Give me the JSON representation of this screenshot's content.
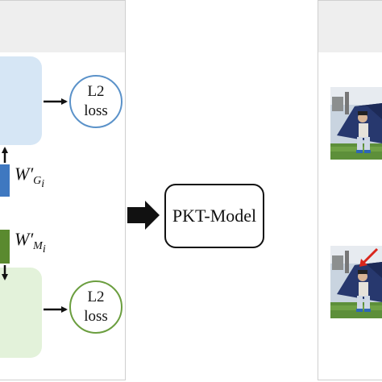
{
  "loss_top": {
    "label": "L2\nloss"
  },
  "loss_bottom": {
    "label": "L2\nloss"
  },
  "weight_g": {
    "base": "W′",
    "sub": "G",
    "sub_index": "i"
  },
  "weight_m": {
    "base": "W′",
    "sub": "M",
    "sub_index": "i"
  },
  "model": {
    "label": "PKT-Model"
  },
  "colors": {
    "blue_block": "#d6e6f5",
    "green_block": "#e3f2da",
    "blue_bar": "#3f78c0",
    "green_bar": "#5a8a2f",
    "blue_circle": "#5b92c9",
    "green_circle": "#6b9e3f",
    "annotation_arrow": "#d9261c"
  }
}
